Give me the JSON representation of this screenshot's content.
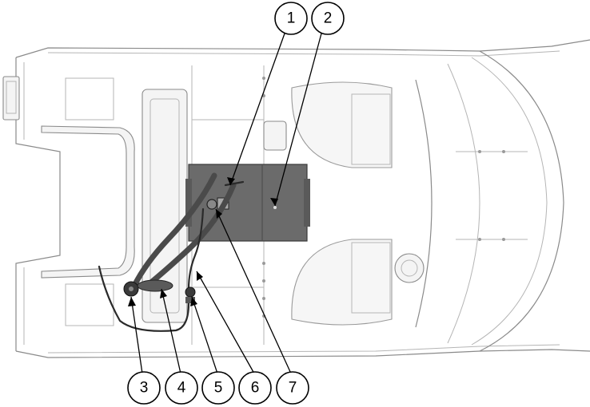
{
  "figure": {
    "callouts": [
      {
        "id": "callout-1",
        "label": "1"
      },
      {
        "id": "callout-2",
        "label": "2"
      },
      {
        "id": "callout-3",
        "label": "3"
      },
      {
        "id": "callout-4",
        "label": "4"
      },
      {
        "id": "callout-5",
        "label": "5"
      },
      {
        "id": "callout-6",
        "label": "6"
      },
      {
        "id": "callout-7",
        "label": "7"
      }
    ],
    "colors": {
      "tank": "#6b6b6b",
      "hose": "#4a4a4a",
      "hull_outline": "#8a8a8a",
      "callout_stroke": "#000000"
    }
  }
}
